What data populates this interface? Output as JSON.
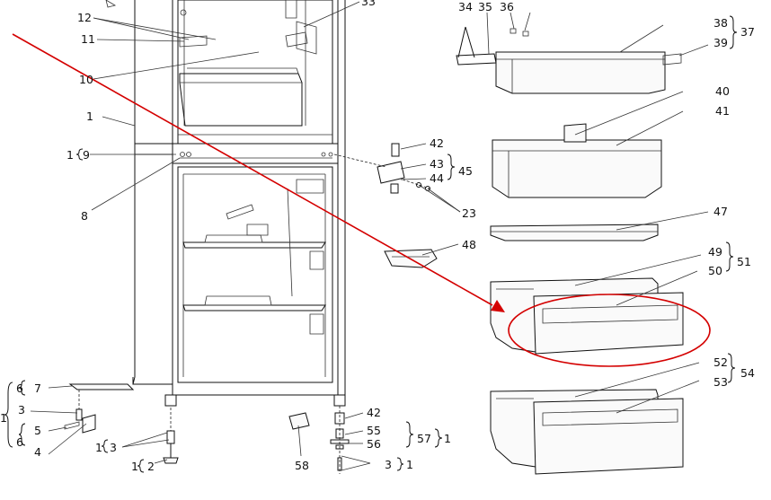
{
  "diagram": {
    "accent": "#d40000",
    "callouts": {
      "c12": "12",
      "c11": "11",
      "c10": "10",
      "c1": "1",
      "c9": "9",
      "c8": "8",
      "c33": "33",
      "c34": "34",
      "c35": "35",
      "c36": "36",
      "c38": "38",
      "c39": "39",
      "c37": "37",
      "c40": "40",
      "c41": "41",
      "c42": "42",
      "c43": "43",
      "c44": "44",
      "c45": "45",
      "c23": "23",
      "c47": "47",
      "c48": "48",
      "c49": "49",
      "c50": "50",
      "c51": "51",
      "c52": "52",
      "c53": "53",
      "c54": "54",
      "c42b": "42",
      "c55": "55",
      "c56": "56",
      "c57": "57",
      "c57q": "1",
      "c3b": "3",
      "c3bq": "1",
      "c58": "58",
      "c6a": "6",
      "c7": "7",
      "c3a": "3",
      "c5": "5",
      "c4": "4",
      "c6b": "6",
      "c1q": "1",
      "c13q": "1",
      "c3c": "3",
      "c12q": "1",
      "c2": "2"
    }
  }
}
